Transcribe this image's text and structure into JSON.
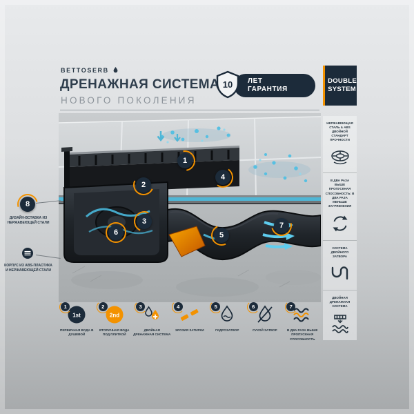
{
  "colors": {
    "navy": "#1c2b3a",
    "orange": "#f39200",
    "blue": "#45b6dc"
  },
  "brand": {
    "name": "BETTOSERB"
  },
  "header": {
    "title": "ДРЕНАЖНАЯ СИСТЕМА",
    "subtitle": "НОВОГО ПОКОЛЕНИЯ"
  },
  "warranty": {
    "years": "10",
    "line1": "ЛЕТ",
    "line2": "ГАРАНТИЯ"
  },
  "right_panel": {
    "title_line1": "DOUBLE",
    "title_line2": "SYSTEM",
    "features": [
      {
        "icon": "round-drain-top-icon",
        "caption": "НЕРЖАВЕЮЩАЯ СТАЛЬ & ABS ДВОЙНОЙ СТАНДАРТ ПРОЧНОСТИ"
      },
      {
        "icon": "cycle-arrows-icon",
        "caption": "В ДВА РАЗА ВЫШЕ ПРОПУСКНАЯ СПОСОБНОСТЬ: В ДВА РАЗА МЕНЬШЕ ЗАГРЯЗНЕНИЯ"
      },
      {
        "icon": "siphon-trap-icon",
        "caption": "СИСТЕМА ДВОЙНОГО ЗАТВОРА"
      },
      {
        "icon": "drain-waves-icon",
        "caption": "ДВОЙНАЯ ДРЕНАЖНАЯ СИСТЕМА"
      }
    ]
  },
  "diagram": {
    "callouts": [
      {
        "n": "1"
      },
      {
        "n": "2"
      },
      {
        "n": "3"
      },
      {
        "n": "4"
      },
      {
        "n": "5"
      },
      {
        "n": "6"
      },
      {
        "n": "7"
      },
      {
        "n": "8"
      }
    ],
    "side_labels": [
      {
        "caption": "ДИЗАЙН-ВСТАВКА ИЗ НЕРЖАВЕЮЩЕЙ СТАЛИ"
      },
      {
        "caption": "КОРПУС ИЗ ABS-ПЛАСТИКА И НЕРЖАВЕЮЩЕЙ СТАЛИ"
      }
    ]
  },
  "legend": [
    {
      "n": "1",
      "badge": "1st",
      "caption": "ПЕРВИЧНАЯ ВОДА В ДУШЕВОЙ"
    },
    {
      "n": "2",
      "badge": "2nd",
      "caption": "ВТОРИЧНАЯ ВОДА ПОД ПЛИТКОЙ"
    },
    {
      "n": "3",
      "caption": "ДВОЙНАЯ ДРЕНАЖНАЯ СИСТЕМА"
    },
    {
      "n": "4",
      "caption": "ЭРОЗИЯ ЗАТИРКИ"
    },
    {
      "n": "5",
      "caption": "ГИДРОЗАТВОР"
    },
    {
      "n": "6",
      "caption": "СУХОЙ ЗАТВОР"
    },
    {
      "n": "7",
      "caption": "В ДВА РАЗА ВЫШЕ ПРОПУСКНАЯ СПОСОБНОСТЬ"
    }
  ]
}
